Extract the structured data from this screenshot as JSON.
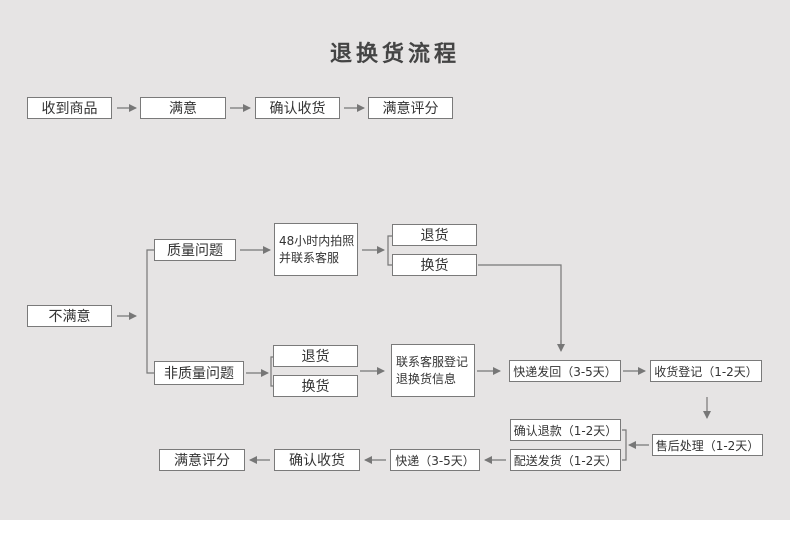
{
  "title": "退换货流程",
  "colors": {
    "background": "#e6e4e4",
    "box_border": "#7a7a7a",
    "line": "#777777"
  },
  "row1": {
    "receive": "收到商品",
    "satisfied": "满意",
    "confirm": "确认收货",
    "rate": "满意评分"
  },
  "unsatisfied": "不满意",
  "quality": {
    "label": "质量问题",
    "contact_line1": "48小时内拍照",
    "contact_line2": "并联系客服",
    "return": "退货",
    "exchange": "换货"
  },
  "non_quality": {
    "label": "非质量问题",
    "return": "退货",
    "exchange": "换货",
    "register_line1": "联系客服登记",
    "register_line2": "退换货信息"
  },
  "process": {
    "express_back": "快递发回（3-5天）",
    "receive_register": "收货登记（1-2天）",
    "after_sales": "售后处理（1-2天）",
    "confirm_refund": "确认退款（1-2天）",
    "ship_out": "配送发货（1-2天）",
    "express": "快递（3-5天）",
    "confirm_receipt": "确认收货",
    "rate": "满意评分"
  }
}
